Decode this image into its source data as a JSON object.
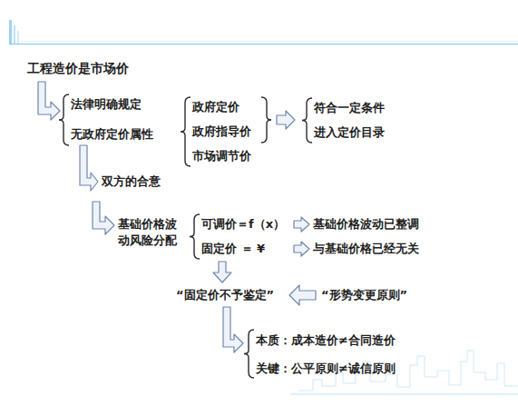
{
  "diagram": {
    "title": "工程造价是市场价",
    "labels": [
      "法律明确规定",
      "无政府定价属性",
      "政府定价",
      "政府指导价",
      "市场调节价",
      "符合一定条件",
      "进入定价目录",
      "双方的合意",
      "基础价格波 动风险分配",
      "可调价＝f（x）",
      "基础价格波动已整调",
      "固定价 ＝ ¥",
      "与基础价格已经无关",
      "“固定价不予鉴定”",
      "“形势变更原则”",
      "本质：成本造价≠合同造价",
      "关键：公平原则≠诚信原则"
    ]
  }
}
